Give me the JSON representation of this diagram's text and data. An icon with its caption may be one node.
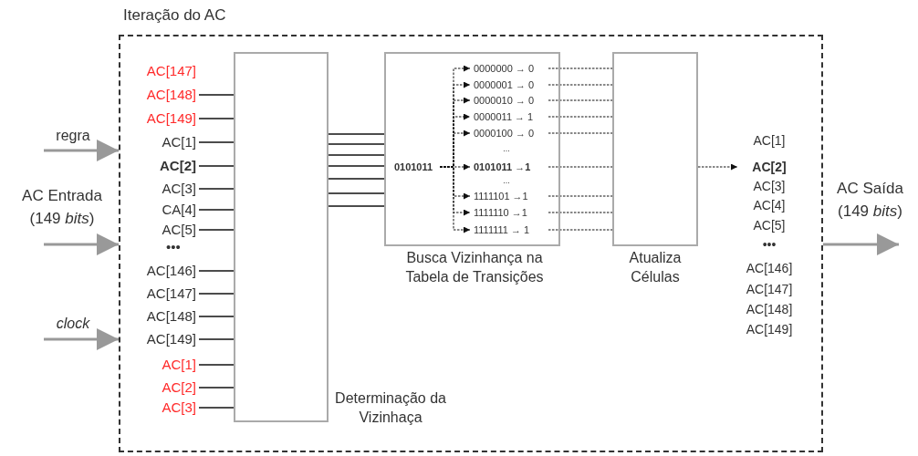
{
  "diagram": {
    "nodes": [
      {
        "text": [
          "Iteração do AC"
        ]
      },
      {
        "text": [
          "regra"
        ]
      },
      {
        "text": [
          "AC Entrada (149 *bits*)"
        ]
      },
      {
        "text": [
          "clock"
        ]
      },
      {
        "text": [
          "AC Saída (149 *bits*)"
        ]
      },
      {
        "text": [
          "Determinação da Vizinhaça"
        ],
        "in": 0
      },
      {
        "text": [
          "Busca Vizinhança na Tabela de Transições"
        ],
        "in": 0
      },
      {
        "text": [
          "Atualiza Células"
        ],
        "in": 0
      },
      {
        "text": [
          "AC[148]"
        ],
        "in": 0
      },
      {
        "text": [
          "AC[149]"
        ],
        "in": 0
      },
      {
        "text": [
          "AC[1]"
        ],
        "in": 0
      },
      {
        "text": [
          "AC[2]"
        ],
        "in": 0
      },
      {
        "text": [
          "AC[3]"
        ],
        "in": 0
      },
      {
        "text": [
          "CA[4]"
        ],
        "in": 0
      },
      {
        "text": [
          "AC[5]"
        ],
        "in": 0
      },
      {
        "text": [
          "AC[146]"
        ],
        "in": 0
      },
      {
        "text": [
          "AC[147]"
        ],
        "in": 0
      },
      {
        "text": [
          "AC[148]"
        ],
        "in": 0
      },
      {
        "text": [
          "AC[149]"
        ],
        "in": 0
      },
      {
        "text": [
          "AC[1]"
        ],
        "in": 0
      },
      {
        "text": [
          "AC[2]"
        ],
        "in": 0
      },
      {
        "text": [
          "AC[3]"
        ],
        "in": 0
      },
      {
        "text": [
          "0101011"
        ],
        "in": 6
      },
      {
        "text": [
          "0000000 → 0"
        ],
        "in": 6
      },
      {
        "text": [
          "0000001 → 0"
        ],
        "in": 6
      },
      {
        "text": [
          "0000010 → 0"
        ],
        "in": 6
      },
      {
        "text": [
          "0000011 → 1"
        ],
        "in": 6
      },
      {
        "text": [
          "0000100 → 0"
        ],
        "in": 6
      },
      {
        "text": [
          "0101011 →1"
        ],
        "in": 6
      },
      {
        "text": [
          "1111101 →1"
        ],
        "in": 6
      },
      {
        "text": [
          "1111110 →1"
        ],
        "in": 6
      },
      {
        "text": [
          "1111111 → 1"
        ],
        "in": 6
      },
      {
        "text": [
          "AC[2]"
        ],
        "in": 0
      }
    ],
    "edges": [
      {
        "from": 1,
        "to": 0,
        "arrow": "to",
        "style": "thick",
        "color": "#999999"
      },
      {
        "from": 2,
        "to": 0,
        "arrow": "to",
        "style": "thick",
        "color": "#999999"
      },
      {
        "from": 3,
        "to": 0,
        "arrow": "to",
        "style": "thick",
        "color": "#999999"
      },
      {
        "from": 0,
        "to": 4,
        "arrow": "to",
        "style": "thick",
        "color": "#999999"
      },
      {
        "from": 8,
        "to": 5,
        "arrow": "none"
      },
      {
        "from": 9,
        "to": 5,
        "arrow": "none"
      },
      {
        "from": 10,
        "to": 5,
        "arrow": "none"
      },
      {
        "from": 11,
        "to": 5,
        "arrow": "none"
      },
      {
        "from": 12,
        "to": 5,
        "arrow": "none"
      },
      {
        "from": 13,
        "to": 5,
        "arrow": "none"
      },
      {
        "from": 14,
        "to": 5,
        "arrow": "none"
      },
      {
        "from": 15,
        "to": 5,
        "arrow": "none"
      },
      {
        "from": 16,
        "to": 5,
        "arrow": "none"
      },
      {
        "from": 17,
        "to": 5,
        "arrow": "none"
      },
      {
        "from": 18,
        "to": 5,
        "arrow": "none"
      },
      {
        "from": 19,
        "to": 5,
        "arrow": "none"
      },
      {
        "from": 20,
        "to": 5,
        "arrow": "none"
      },
      {
        "from": 21,
        "to": 5,
        "arrow": "none"
      },
      {
        "from": 5,
        "to": 6,
        "arrow": "none"
      },
      {
        "from": 5,
        "to": 6,
        "arrow": "none"
      },
      {
        "from": 5,
        "to": 6,
        "arrow": "none"
      },
      {
        "from": 5,
        "to": 6,
        "arrow": "none"
      },
      {
        "from": 5,
        "to": 6,
        "arrow": "none"
      },
      {
        "from": 5,
        "to": 6,
        "arrow": "none"
      },
      {
        "from": 5,
        "to": 6,
        "arrow": "none"
      },
      {
        "from": 22,
        "to": 23,
        "arrow": "to",
        "style": "dashed"
      },
      {
        "from": 22,
        "to": 24,
        "arrow": "to",
        "style": "dashed"
      },
      {
        "from": 22,
        "to": 25,
        "arrow": "to",
        "style": "dashed"
      },
      {
        "from": 22,
        "to": 26,
        "arrow": "to",
        "style": "dashed"
      },
      {
        "from": 22,
        "to": 27,
        "arrow": "to",
        "style": "dashed"
      },
      {
        "from": 22,
        "to": 28,
        "arrow": "to",
        "style": "dashed"
      },
      {
        "from": 22,
        "to": 29,
        "arrow": "to",
        "style": "dashed"
      },
      {
        "from": 22,
        "to": 30,
        "arrow": "to",
        "style": "dashed"
      },
      {
        "from": 22,
        "to": 31,
        "arrow": "to",
        "style": "dashed"
      },
      {
        "from": 23,
        "to": 7,
        "arrow": "none",
        "style": "dashed"
      },
      {
        "from": 24,
        "to": 7,
        "arrow": "none",
        "style": "dashed"
      },
      {
        "from": 25,
        "to": 7,
        "arrow": "none",
        "style": "dashed"
      },
      {
        "from": 26,
        "to": 7,
        "arrow": "none",
        "style": "dashed"
      },
      {
        "from": 27,
        "to": 7,
        "arrow": "none",
        "style": "dashed"
      },
      {
        "from": 28,
        "to": 7,
        "arrow": "none",
        "style": "dashed"
      },
      {
        "from": 29,
        "to": 7,
        "arrow": "none",
        "style": "dashed"
      },
      {
        "from": 30,
        "to": 7,
        "arrow": "none",
        "style": "dashed"
      },
      {
        "from": 31,
        "to": 7,
        "arrow": "none",
        "style": "dashed"
      },
      {
        "from": 7,
        "to": 32,
        "arrow": "to",
        "style": "dashed"
      }
    ],
    "labels": [
      "AC[147]",
      "•••",
      "...",
      "...",
      "AC[1]",
      "AC[3]",
      "AC[4]",
      "AC[5]",
      "•••",
      "AC[146]",
      "AC[147]",
      "AC[148]",
      "AC[149]"
    ]
  }
}
